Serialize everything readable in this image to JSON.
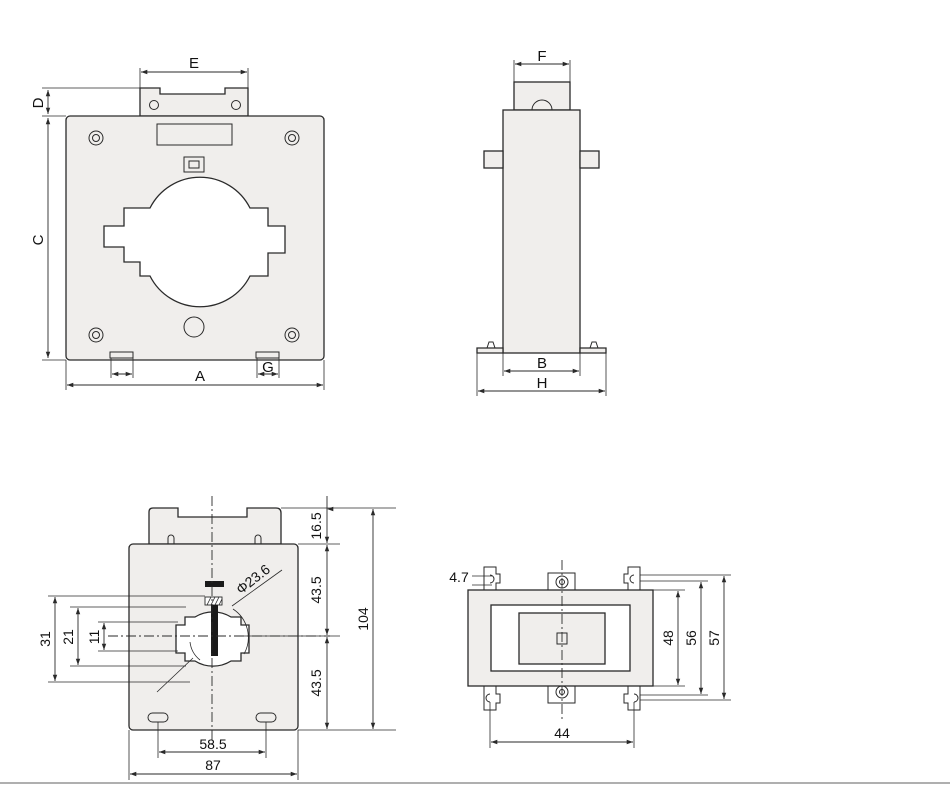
{
  "letter_labels": {
    "A": "A",
    "B": "B",
    "C": "C",
    "D": "D",
    "E": "E",
    "F": "F",
    "G": "G",
    "H": "H"
  },
  "dimensions": {
    "tab_height": "16.5",
    "upper_half": "43.5",
    "lower_half": "43.5",
    "overall_height": "104",
    "window_diameter": "Φ23.6",
    "window_31": "31",
    "window_21": "21",
    "window_11": "11",
    "slot_spacing": "58.5",
    "overall_width": "87",
    "slot_width": "4.7",
    "height_48": "48",
    "height_56": "56",
    "height_57": "57",
    "mount_spacing": "44"
  },
  "colors": {
    "body_fill": "#f0eeec",
    "line": "#2a2a2a"
  }
}
